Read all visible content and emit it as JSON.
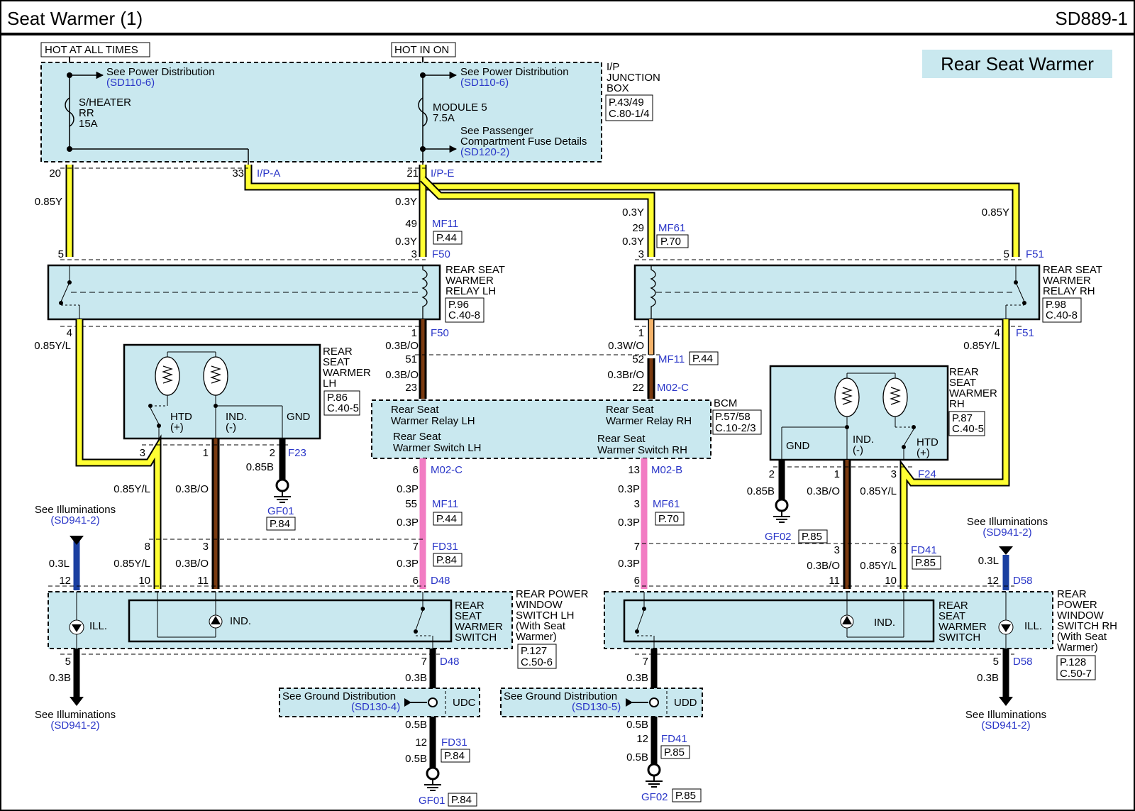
{
  "header": {
    "title": "Seat Warmer (1)",
    "code": "SD889-1"
  },
  "section_title": "Rear Seat Warmer",
  "supply": {
    "left": "HOT AT ALL TIMES",
    "right": "HOT IN ON"
  },
  "junction": {
    "name_lines": [
      "I/P",
      "JUNCTION",
      "BOX"
    ],
    "ref_lines": [
      "P.43/49",
      "C.80-1/4"
    ],
    "pd_left": "See Power Distribution",
    "pd_left_ref": "(SD110-6)",
    "pd_right": "See Power Distribution",
    "pd_right_ref": "(SD110-6)",
    "fuse_left": [
      "S/HEATER",
      "RR",
      "15A"
    ],
    "fuse_right": [
      "MODULE 5",
      "7.5A"
    ],
    "pcf": [
      "See Passenger",
      "Compartment Fuse Details"
    ],
    "pcf_ref": "(SD120-2)",
    "pins": {
      "p20": "20",
      "p33": "33",
      "p21": "21"
    },
    "conn_a": "I/P-A",
    "conn_e": "I/P-E"
  },
  "wires": {
    "w085Y": "0.85Y",
    "w03Y": "0.3Y",
    "w085YL": "0.85Y/L",
    "w03BO": "0.3B/O",
    "w03WO": "0.3W/O",
    "w03BrO": "0.3Br/O",
    "w03P": "0.3P",
    "w085B": "0.85B",
    "w03L": "0.3L",
    "w03B": "0.3B",
    "w05B": "0.5B"
  },
  "connectors": {
    "MF11": "MF11",
    "MF61": "MF61",
    "F50": "F50",
    "F51": "F51",
    "M02C": "M02-C",
    "M02B": "M02-B",
    "F23": "F23",
    "F24": "F24",
    "FD31": "FD31",
    "FD41": "FD41",
    "D48": "D48",
    "D58": "D58",
    "GF01": "GF01",
    "GF02": "GF02",
    "UDC": "UDC",
    "UDD": "UDD"
  },
  "refs": {
    "P44": "P.44",
    "P70": "P.70",
    "P84": "P.84",
    "P85": "P.85"
  },
  "pins": {
    "n1": "1",
    "n2": "2",
    "n3": "3",
    "n4": "4",
    "n5": "5",
    "n6": "6",
    "n7": "7",
    "n8": "8",
    "n10": "10",
    "n11": "11",
    "n12": "12",
    "n13": "13",
    "n22": "22",
    "n23": "23",
    "n29": "29",
    "n49": "49",
    "n51": "51",
    "n52": "52",
    "n55": "55"
  },
  "relay_lh": {
    "name": [
      "REAR SEAT",
      "WARMER",
      "RELAY LH"
    ],
    "ref": [
      "P.96",
      "C.40-8"
    ]
  },
  "relay_rh": {
    "name": [
      "REAR SEAT",
      "WARMER",
      "RELAY RH"
    ],
    "ref": [
      "P.98",
      "C.40-8"
    ]
  },
  "warmer_lh": {
    "name": [
      "REAR",
      "SEAT",
      "WARMER",
      "LH"
    ],
    "ref": [
      "P.86",
      "C.40-5"
    ],
    "htd": "HTD",
    "htd_sign": "(+)",
    "ind": "IND.",
    "ind_sign": "(-)",
    "gnd": "GND"
  },
  "warmer_rh": {
    "name": [
      "REAR",
      "SEAT",
      "WARMER",
      "RH"
    ],
    "ref": [
      "P.87",
      "C.40-5"
    ],
    "htd": "HTD",
    "htd_sign": "(+)",
    "ind": "IND.",
    "ind_sign": "(-)",
    "gnd": "GND"
  },
  "bcm": {
    "name": "BCM",
    "ref": [
      "P.57/58",
      "C.10-2/3"
    ],
    "relay_lh": [
      "Rear Seat",
      "Warmer Relay LH"
    ],
    "relay_rh": [
      "Rear Seat",
      "Warmer Relay RH"
    ],
    "switch_lh": [
      "Rear Seat",
      "Warmer Switch LH"
    ],
    "switch_rh": [
      "Rear Seat",
      "Warmer Switch RH"
    ]
  },
  "illum": {
    "text": "See Illuminations",
    "ref": "(SD941-2)"
  },
  "switch_lh": {
    "name": [
      "REAR POWER",
      "WINDOW",
      "SWITCH LH",
      "(With Seat",
      "Warmer)"
    ],
    "ref": [
      "P.127",
      "C.50-6"
    ],
    "inner": [
      "REAR",
      "SEAT",
      "WARMER",
      "SWITCH"
    ],
    "ill": "ILL.",
    "ind": "IND."
  },
  "switch_rh": {
    "name": [
      "REAR",
      "POWER",
      "WINDOW",
      "SWITCH RH",
      "(With Seat",
      "Warmer)"
    ],
    "ref": [
      "P.128",
      "C.50-7"
    ],
    "inner": [
      "REAR",
      "SEAT",
      "WARMER",
      "SWITCH"
    ],
    "ill": "ILL.",
    "ind": "IND."
  },
  "ground": {
    "left": "See Ground Distribution",
    "left_ref": "(SD130-4)",
    "right": "See Ground Distribution",
    "right_ref": "(SD130-5)"
  },
  "colors": {
    "box_fill": "#c9e8ef",
    "yellow": "#ffff33",
    "pink": "#f27cc3",
    "brown": "#7a3a10",
    "orange": "#f4b36a",
    "blue_wire": "#1a3fa0",
    "link": "#2a36c8"
  }
}
